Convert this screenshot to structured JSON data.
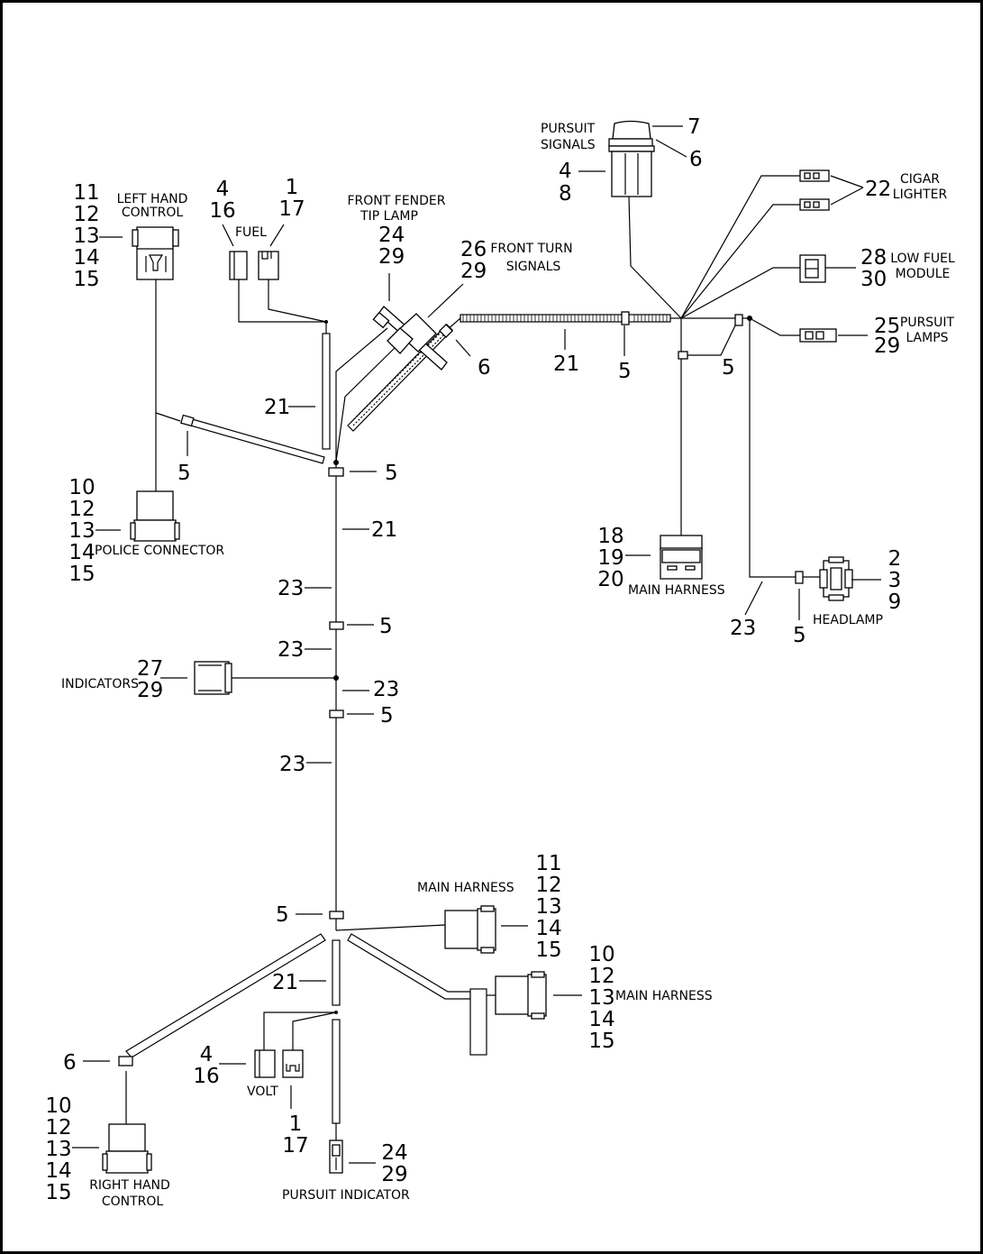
{
  "labels": {
    "pursuit_signals": [
      "PURSUIT",
      "SIGNALS"
    ],
    "cigar_lighter": [
      "CIGAR",
      "LIGHTER"
    ],
    "low_fuel_module": [
      "LOW FUEL",
      "MODULE"
    ],
    "pursuit_lamps": [
      "PURSUIT",
      "LAMPS"
    ],
    "left_hand_control": [
      "LEFT HAND",
      "CONTROL"
    ],
    "fuel": "FUEL",
    "front_fender_tip_lamp": [
      "FRONT FENDER",
      "TIP LAMP"
    ],
    "front_turn_signals": [
      "FRONT TURN",
      "SIGNALS"
    ],
    "police_connector": "POLICE CONNECTOR",
    "main_harness_mid": "MAIN HARNESS",
    "headlamp": "HEADLAMP",
    "indicators": "INDICATORS",
    "main_harness_lower1": "MAIN HARNESS",
    "main_harness_lower2": "MAIN HARNESS",
    "volt": "VOLT",
    "right_hand_control": [
      "RIGHT HAND",
      "CONTROL"
    ],
    "pursuit_indicator": "PURSUIT INDICATOR"
  },
  "callouts": {
    "c7": "7",
    "c6_top": "6",
    "c4_8": [
      "4",
      "8"
    ],
    "c22": "22",
    "c28_30": [
      "28",
      "30"
    ],
    "c25_29": [
      "25",
      "29"
    ],
    "c5_right": "5",
    "c5_tube": "5",
    "c21_tube": "21",
    "c6_turn": "6",
    "c26_29": [
      "26",
      "29"
    ],
    "c24_29_tip": [
      "24",
      "29"
    ],
    "c1_17_fuel": [
      "1",
      "17"
    ],
    "c4_16_fuel": [
      "4",
      "16"
    ],
    "c11_15_lhc": [
      "11",
      "12",
      "13",
      "14",
      "15"
    ],
    "c21_vert": "21",
    "c5_leftbranch": "5",
    "c5_junction": "5",
    "c21_main": "21",
    "c10_15_police": [
      "10",
      "12",
      "13",
      "14",
      "15"
    ],
    "c18_20": [
      "18",
      "19",
      "20"
    ],
    "c2_9": [
      "2",
      "3",
      "9"
    ],
    "c23_head": "23",
    "c5_head": "5",
    "c23_a": "23",
    "c5_a": "5",
    "c23_b": "23",
    "c27_29": [
      "27",
      "29"
    ],
    "c23_c": "23",
    "c5_b": "5",
    "c23_d": "23",
    "c5_c": "5",
    "c11_15_mh": [
      "11",
      "12",
      "13",
      "14",
      "15"
    ],
    "c10_15_mh2": [
      "10",
      "12",
      "13",
      "14",
      "15"
    ],
    "c21_lower": "21",
    "c6_rhc": "6",
    "c4_16_volt": [
      "4",
      "16"
    ],
    "c1_17_volt": [
      "1",
      "17"
    ],
    "c10_15_rhc": [
      "10",
      "12",
      "13",
      "14",
      "15"
    ],
    "c24_29_pi": [
      "24",
      "29"
    ]
  }
}
